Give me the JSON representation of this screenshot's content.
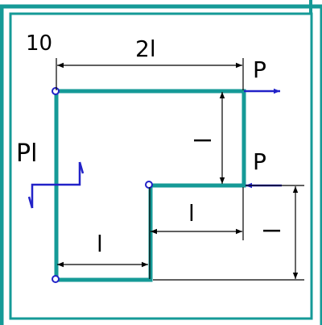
{
  "figure": {
    "number": "10",
    "labels": {
      "top_span": "2l",
      "force_top": "P",
      "force_mid": "P",
      "moment": "Pl",
      "vertical_span_upper": "l",
      "horizontal_span_right": "l",
      "vertical_span_right": "l",
      "horizontal_span_bottom": "l"
    }
  },
  "colors": {
    "frame": "#159a97",
    "structure": "#159a97",
    "load": "#2222c8",
    "dimension": "#000000"
  }
}
